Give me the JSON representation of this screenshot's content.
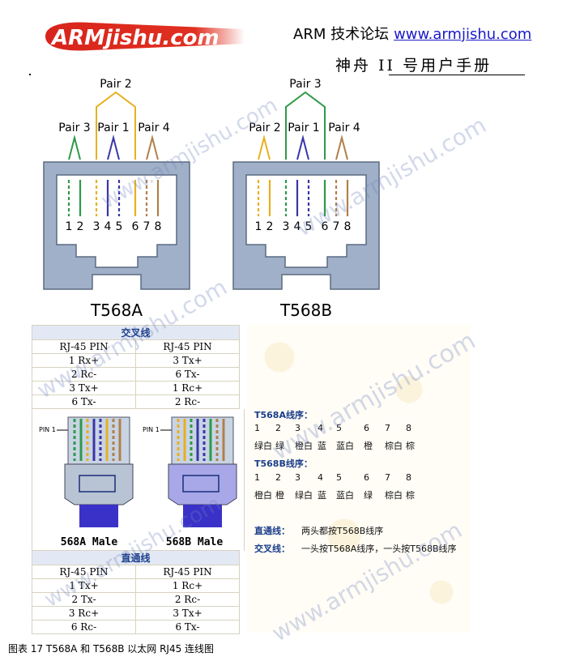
{
  "header": {
    "logo_text": "ARMjishu.com",
    "forum_label": "ARM 技术论坛",
    "forum_url": "www.armjishu.com",
    "manual_title": "神舟 II 号用户手册"
  },
  "watermark": "www.armjishu.com",
  "diagrams": [
    {
      "standard": "T568A",
      "pair_top": "Pair 2",
      "pair_left": "Pair 3",
      "pair_mid": "Pair 1",
      "pair_right": "Pair 4",
      "pins": [
        "1",
        "2",
        "3",
        "4",
        "5",
        "6",
        "7",
        "8"
      ]
    },
    {
      "standard": "T568B",
      "pair_top": "Pair 3",
      "pair_left": "Pair 2",
      "pair_mid": "Pair 1",
      "pair_right": "Pair 4",
      "pins": [
        "1",
        "2",
        "3",
        "4",
        "5",
        "6",
        "7",
        "8"
      ]
    }
  ],
  "crossover_table": {
    "title": "交叉线",
    "headers": [
      "RJ-45 PIN",
      "RJ-45 PIN"
    ],
    "rows": [
      [
        "1 Rx+",
        "3 Tx+"
      ],
      [
        "2 Rc-",
        "6 Tx-"
      ],
      [
        "3 Tx+",
        "1 Rc+"
      ],
      [
        "6 Tx-",
        "2 Rc-"
      ]
    ]
  },
  "plugs": {
    "pin1_label": "PIN 1",
    "left_label": "568A Male",
    "right_label": "568B Male"
  },
  "straight_table": {
    "title": "直通线",
    "headers": [
      "RJ-45 PIN",
      "RJ-45 PIN"
    ],
    "rows": [
      [
        "1 Tx+",
        "1 Rc+"
      ],
      [
        "2 Tx-",
        "2 Rc-"
      ],
      [
        "3 Rc+",
        "3 Tx+"
      ],
      [
        "6 Rc-",
        "6 Tx-"
      ]
    ]
  },
  "sequences": {
    "a_label": "T568A线序：",
    "a_numbers": [
      "1",
      "2",
      "3",
      "4",
      "5",
      "6",
      "7",
      "8"
    ],
    "a_colors": [
      "绿白",
      "绿",
      "橙白",
      "蓝",
      "蓝白",
      "橙",
      "棕白",
      "棕"
    ],
    "b_label": "T568B线序：",
    "b_numbers": [
      "1",
      "2",
      "3",
      "4",
      "5",
      "6",
      "7",
      "8"
    ],
    "b_colors": [
      "橙白",
      "橙",
      "绿白",
      "蓝",
      "蓝白",
      "绿",
      "棕白",
      "棕"
    ]
  },
  "notes": {
    "straight_label": "直通线：",
    "straight_text": "两头都按T568B线序",
    "cross_label": "交叉线：",
    "cross_text": "一头按T568A线序，一头按T568B线序"
  },
  "caption": "图表 17 T568A 和 T568B 以太网 RJ45 连线图",
  "colors": {
    "green": "#2e9a48",
    "orange": "#e8b020",
    "blue": "#3a36a8",
    "brown": "#b08048",
    "jack": "#9fb0c8",
    "logo_red": "#d8241c",
    "link": "#1a1ac8"
  }
}
